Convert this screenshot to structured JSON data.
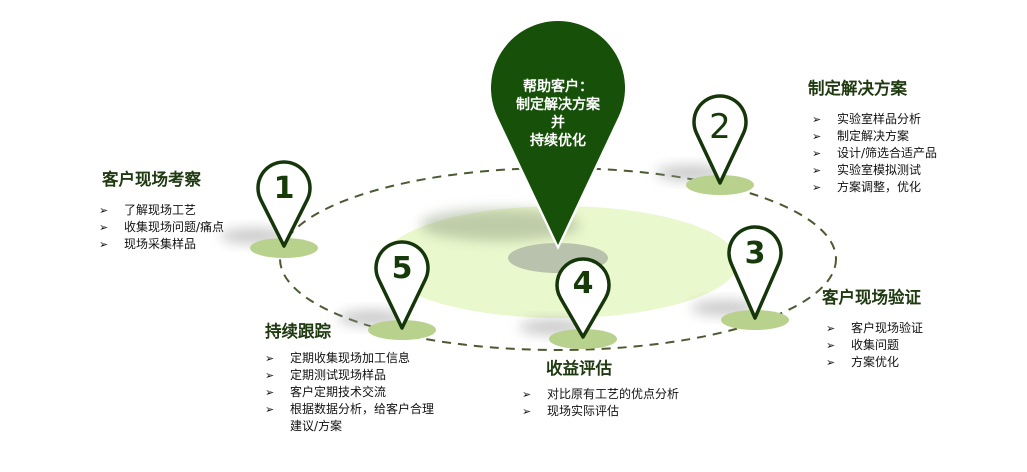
{
  "center": {
    "lines": [
      "帮助客户：",
      "制定解决方案",
      "并",
      "持续优化"
    ]
  },
  "colors": {
    "pin_fill": "#165009",
    "pin_stroke": "#15360a",
    "base": "#b8d28e",
    "glow": "#eaf8cd",
    "dash": "#4b5a32"
  },
  "steps": [
    {
      "num": "1",
      "title": "客户现场考察",
      "items": [
        "了解现场工艺",
        "收集现场问题/痛点",
        "现场采集样品"
      ]
    },
    {
      "num": "2",
      "title": "制定解决方案",
      "items": [
        "实验室样品分析",
        "制定解决方案",
        "设计/筛选合适产品",
        "实验室模拟测试",
        "方案调整，优化"
      ]
    },
    {
      "num": "3",
      "title": "客户现场验证",
      "items": [
        "客户现场验证",
        "收集问题",
        "方案优化"
      ]
    },
    {
      "num": "4",
      "title": "收益评估",
      "items": [
        "对比原有工艺的优点分析",
        "现场实际评估"
      ]
    },
    {
      "num": "5",
      "title": "持续跟踪",
      "items": [
        "定期收集现场加工信息",
        "定期测试现场样品",
        "客户定期技术交流",
        "根据数据分析，给客户合理建议/方案"
      ]
    }
  ],
  "bullet": "➢"
}
